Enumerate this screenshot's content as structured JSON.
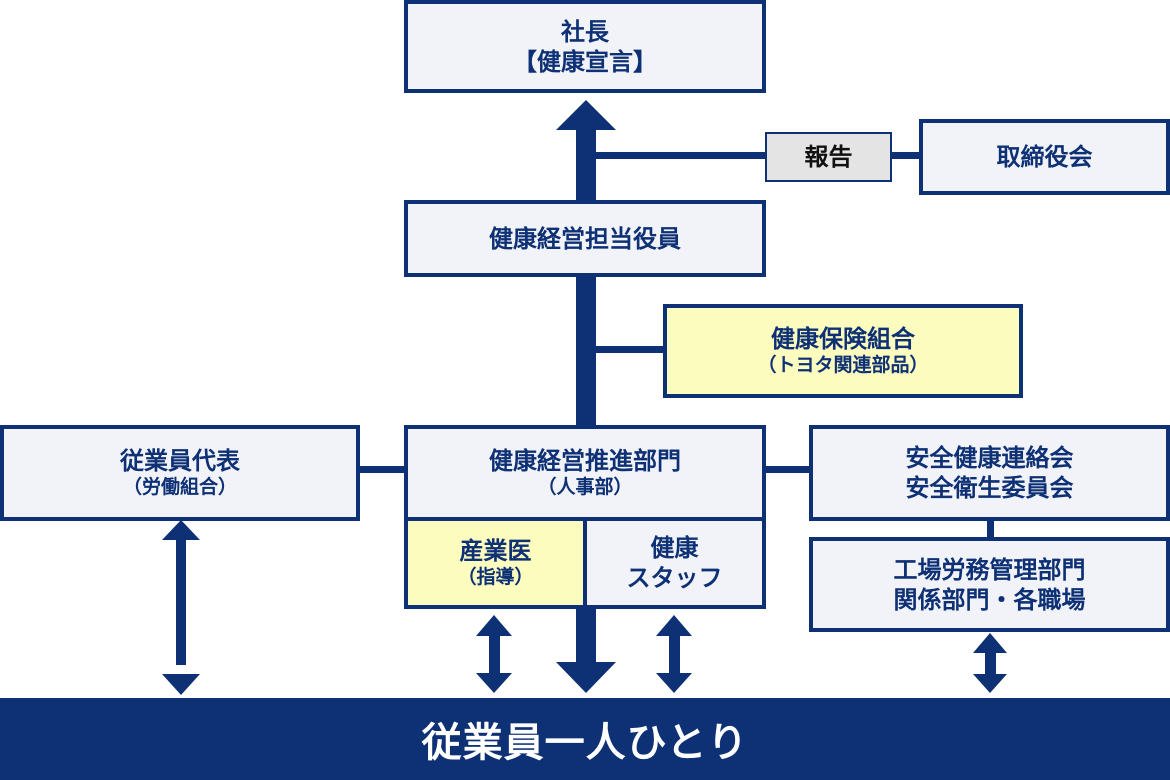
{
  "diagram": {
    "president": {
      "title": "社長",
      "subtitle": "【健康宣言】"
    },
    "report": {
      "label": "報告"
    },
    "board": {
      "label": "取締役会"
    },
    "officer": {
      "label": "健康経営担当役員"
    },
    "health_insurance": {
      "title": "健康保険組合",
      "subtitle": "（トヨタ関連部品）"
    },
    "employee_rep": {
      "title": "従業員代表",
      "subtitle": "（労働組合）"
    },
    "promotion_dept": {
      "title": "健康経営推進部門",
      "subtitle": "（人事部）"
    },
    "occupational_physician": {
      "title": "産業医",
      "subtitle": "（指導）"
    },
    "health_staff": {
      "line1": "健康",
      "line2": "スタッフ"
    },
    "safety_council": {
      "line1": "安全健康連絡会",
      "line2": "安全衛生委員会"
    },
    "factory_dept": {
      "line1": "工場労務管理部門",
      "line2": "関係部門・各職場"
    },
    "employees": {
      "label": "従業員一人ひとり"
    },
    "colors": {
      "navy": "#0e3175",
      "light_box": "#f2f3f8",
      "yellow_box": "#fdfcbf",
      "report_box": "#e4e4e4"
    }
  }
}
